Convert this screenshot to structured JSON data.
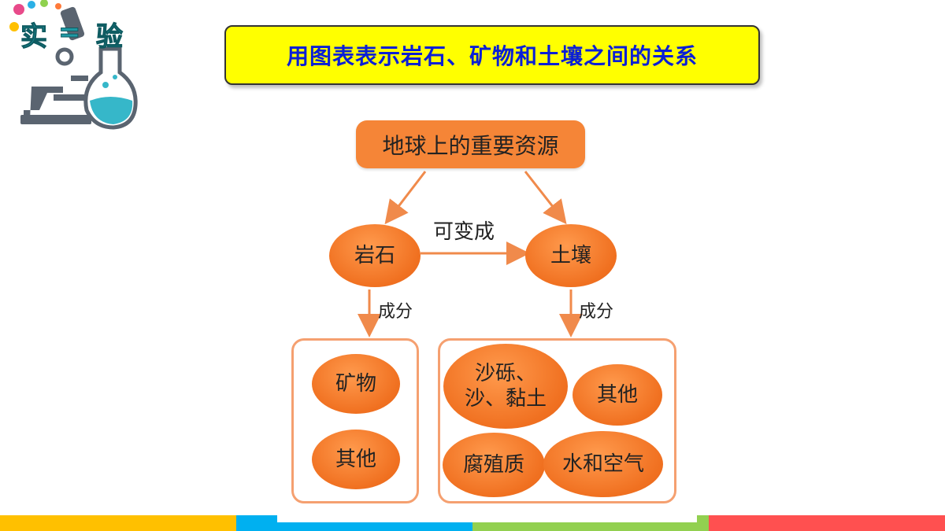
{
  "title": "用图表表示岩石、矿物和土壤之间的关系",
  "logo": {
    "text": [
      "实",
      "=",
      "验"
    ],
    "icon": "microscope-flask-logo"
  },
  "diagram": {
    "root": "地球上的重要资源",
    "rock": "岩石",
    "soil": "土壤",
    "transform_label": "可变成",
    "composition_label_left": "成分",
    "composition_label_right": "成分",
    "rock_components": [
      "矿物",
      "其他"
    ],
    "soil_components": {
      "sand_gravel_line1": "沙砾、",
      "sand_gravel_line2": "沙、黏土",
      "other": "其他",
      "humus": "腐殖质",
      "water_air": "水和空气"
    }
  },
  "colors": {
    "title_bg": "#ffff00",
    "title_text": "#0a1fd6",
    "node_fill": "#f07020",
    "arrow": "#f08a4b",
    "footer": [
      "#ffc000",
      "#00b0f0",
      "#92d050",
      "#ff5050"
    ]
  }
}
